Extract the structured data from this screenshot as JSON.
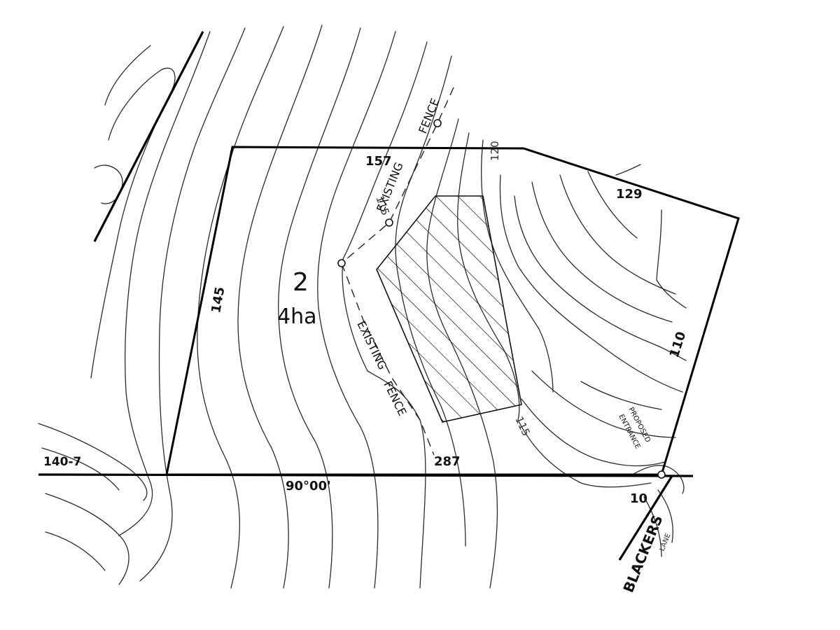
{
  "lot": {
    "number": "2",
    "area": "4ha"
  },
  "dimensions": {
    "north": "157",
    "north_east": "129",
    "west": "145",
    "south": "287",
    "east": "110",
    "road_frontage": "10"
  },
  "bearing": "90°00'",
  "adjoining_lot": "140-7",
  "contour_labels": {
    "top": "120",
    "mid": "115",
    "bottom": "115"
  },
  "fences": {
    "upper": "EXISTING",
    "upper_suffix": "FENCE",
    "lower": "EXISTING",
    "lower_suffix": "FENCE"
  },
  "entrance": {
    "line1": "PROPOSED",
    "line2": "ENTRANCE"
  },
  "road_name": "BLACKERS",
  "road_suffix": "LANE"
}
